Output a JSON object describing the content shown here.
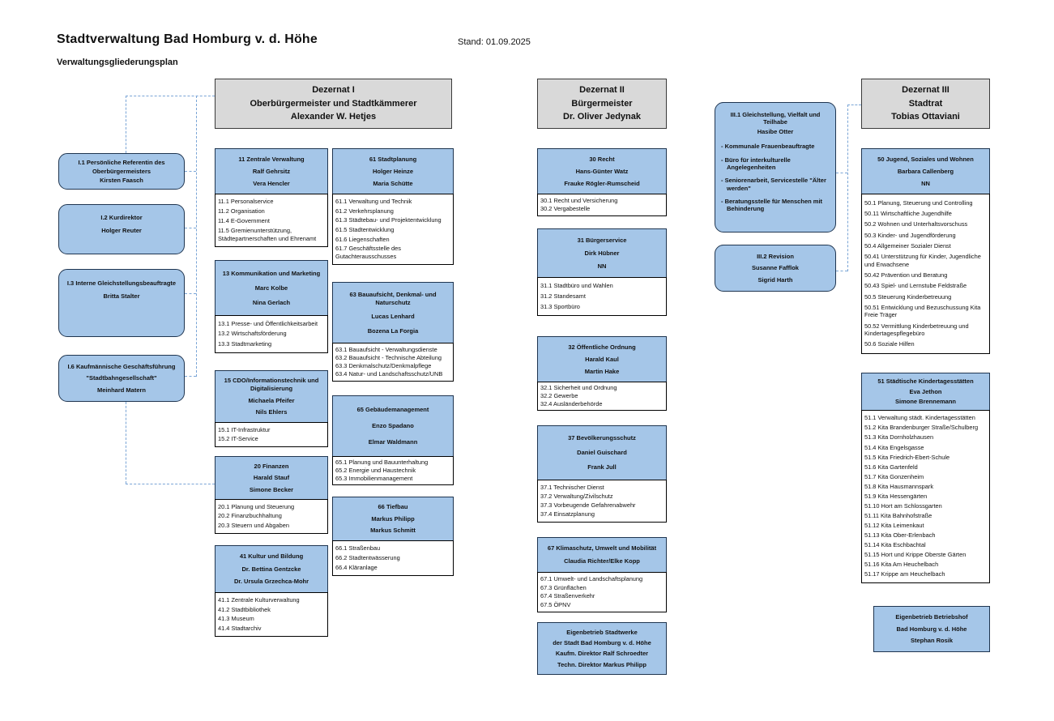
{
  "header": {
    "title": "Stadtverwaltung Bad Homburg v. d. Höhe",
    "stand": "Stand: 01.09.2025",
    "subtitle": "Verwaltungsgliederungsplan"
  },
  "colors": {
    "box_fill": "#a5c6e8",
    "box_border": "#1f3550",
    "dezernat_fill": "#d9d9d9",
    "connector": "#7aa5d6"
  },
  "dezernate": {
    "dez1": {
      "lines": [
        "Dezernat I",
        "Oberbürgermeister und Stadtkämmerer",
        "Alexander W. Hetjes"
      ]
    },
    "dez2": {
      "lines": [
        "Dezernat II",
        "Bürgermeister",
        "Dr. Oliver Jedynak"
      ]
    },
    "dez3": {
      "lines": [
        "Dezernat III",
        "Stadtrat",
        "Tobias Ottaviani"
      ]
    }
  },
  "staff": {
    "s1": {
      "lines": [
        "I.1 Persönliche Referentin des",
        "Oberbürgermeisters",
        "Kirsten Faasch"
      ]
    },
    "s2": {
      "lines": [
        "I.2 Kurdirektor",
        "Holger Reuter"
      ]
    },
    "s3": {
      "lines": [
        "I.3 Interne Gleichstellungsbeauftragte",
        "Britta Stalter"
      ]
    },
    "s4": {
      "lines": [
        "I.6 Kaufmännische Geschäftsführung",
        "\"Stadtbahngesellschaft\"",
        "Meinhard Matern"
      ]
    }
  },
  "special": {
    "iii1": {
      "head": [
        "III.1 Gleichstellung, Vielfalt und Teilhabe",
        "Hasibe Otter"
      ],
      "bullets": [
        "- Kommunale Frauenbeauftragte",
        "- Büro für interkulturelle Angelegenheiten",
        "- Seniorenarbeit, Servicestelle \"Älter werden\"",
        "- Beratungsstelle für Menschen mit Behinderung"
      ]
    },
    "iii2": {
      "lines": [
        "III.2 Revision",
        "Susanne Fafflok",
        "Sigrid Harth"
      ]
    },
    "stadtwerke": {
      "lines": [
        "Eigenbetrieb Stadtwerke",
        "der Stadt Bad Homburg v. d. Höhe",
        "Kaufm. Direktor Ralf Schroedter",
        "Techn. Direktor Markus Philipp"
      ]
    },
    "betriebshof": {
      "lines": [
        "Eigenbetrieb  Betriebshof",
        "Bad Homburg v.  d. Höhe",
        "Stephan Rosik"
      ]
    }
  },
  "units": {
    "u11": {
      "head": [
        "11 Zentrale Verwaltung",
        "Ralf Gehrsitz",
        "Vera Hencler"
      ],
      "items": [
        "11.1 Personalservice",
        "11.2 Organisation",
        "11.4 E-Government",
        "11.5 Gremienunterstützung, Städtepartnerschaften und Ehrenamt"
      ]
    },
    "u13": {
      "head": [
        "13  Kommunikation und Marketing",
        "Marc Kolbe",
        "Nina Gerlach"
      ],
      "items": [
        "13.1 Presse- und Öffentlichkeitsarbeit",
        "13.2 Wirtschaftsförderung",
        "13.3 Stadtmarketing"
      ]
    },
    "u15": {
      "head": [
        "15 CDO/Informationstechnik und Digitalisierung",
        "Michaela Pfeifer",
        "Nils Ehlers"
      ],
      "items": [
        "15.1 IT-Infrastruktur",
        "15.2 IT-Service"
      ]
    },
    "u20": {
      "head": [
        "20 Finanzen",
        "Harald Stauf",
        "Simone Becker"
      ],
      "items": [
        "20.1 Planung und Steuerung",
        "20.2 Finanzbuchhaltung",
        "20.3 Steuern und Abgaben"
      ]
    },
    "u41": {
      "head": [
        "41 Kultur und Bildung",
        "Dr. Bettina Gentzcke",
        "Dr. Ursula Grzechca-Mohr"
      ],
      "items": [
        "41.1 Zentrale Kulturverwaltung",
        "41.2 Stadtbibliothek",
        "41.3 Museum",
        "41.4 Stadtarchiv"
      ]
    },
    "u61": {
      "head": [
        "61 Stadtplanung",
        "Holger Heinze",
        "Maria Schütte"
      ],
      "items": [
        "61.1 Verwaltung und Technik",
        "61.2 Verkehrsplanung",
        "61.3 Städtebau- und Projektentwicklung",
        "61.5 Stadtentwicklung",
        "61.6 Liegenschaften",
        "61.7 Geschäftsstelle des Gutachterausschusses"
      ]
    },
    "u63": {
      "head": [
        "63 Bauaufsicht, Denkmal- und Naturschutz",
        "Lucas Lenhard",
        "Bozena La Forgia"
      ],
      "items": [
        "63.1 Bauaufsicht - Verwaltungsdienste",
        "63.2 Bauaufsicht - Technische Abteilung",
        "63.3 Denkmalschutz/Denkmalpflege",
        "63.4 Natur- und Landschaftsschutz/UNB"
      ]
    },
    "u65": {
      "head": [
        "65 Gebäudemanagement",
        "Enzo Spadano",
        "Elmar Waldmann"
      ],
      "items": [
        "65.1 Planung und Bauunterhaltung",
        "65.2 Energie und Haustechnik",
        "65.3 Immobilienmanagement"
      ]
    },
    "u66": {
      "head": [
        "66 Tiefbau",
        "Markus Philipp",
        "Markus Schmitt"
      ],
      "items": [
        "66.1 Straßenbau",
        "66.2 Stadtentwässerung",
        "66.4 Kläranlage"
      ]
    },
    "u30": {
      "head": [
        "30 Recht",
        "Hans-Günter Watz",
        "Frauke Rögler-Rumscheid"
      ],
      "items": [
        "30.1 Recht und Versicherung",
        "30.2 Vergabestelle"
      ]
    },
    "u31": {
      "head": [
        "31 Bürgerservice",
        "Dirk Hübner",
        "NN"
      ],
      "items": [
        "31.1 Stadtbüro und Wahlen",
        "31.2 Standesamt",
        "31.3 Sportbüro"
      ]
    },
    "u32": {
      "head": [
        "32 Öffentliche Ordnung",
        "Harald Kaul",
        "Martin Hake"
      ],
      "items": [
        "32.1 Sicherheit und Ordnung",
        "32.2 Gewerbe",
        "32.4 Ausländerbehörde"
      ]
    },
    "u37": {
      "head": [
        "37 Bevölkerungsschutz",
        "Daniel Guischard",
        "Frank Jull"
      ],
      "items": [
        "37.1 Technischer Dienst",
        "37.2 Verwaltung/Zivilschutz",
        "37.3 Vorbeugende Gefahrenabwehr",
        "37.4 Einsatzplanung"
      ]
    },
    "u67": {
      "head": [
        "67 Klimaschutz, Umwelt und Mobilität",
        "Claudia Richter/Elke Kopp"
      ],
      "items": [
        "67.1 Umwelt- und Landschaftsplanung",
        "67.3 Grünflächen",
        "67.4 Straßenverkehr",
        "67.5 ÖPNV"
      ]
    },
    "u50": {
      "head": [
        "50 Jugend, Soziales und Wohnen",
        "Barbara Callenberg",
        "NN"
      ],
      "items": [
        "50.1 Planung, Steuerung und Controlling",
        "50.11 Wirtschaftliche Jugendhilfe",
        "50.2 Wohnen und Unterhaltsvorschuss",
        "50.3 Kinder- und Jugendförderung",
        "50.4 Allgemeiner Sozialer Dienst",
        "50.41 Unterstützung für Kinder, Jugendliche und Erwachsene",
        "50.42 Prävention und Beratung",
        "50.43 Spiel- und Lernstube Feldstraße",
        "50.5 Steuerung Kinderbetreuung",
        "50.51 Entwicklung und Bezuschussung Kita Freie Träger",
        "50.52 Vermittlung Kinderbetreuung und Kindertagespflegebüro",
        "50.6 Soziale Hilfen"
      ]
    },
    "u51": {
      "head": [
        "51 Städtische Kindertagesstätten",
        "Eva Jethon",
        "Simone Brennemann"
      ],
      "items": [
        "51.1 Verwaltung städt. Kindertagesstätten",
        "51.2 Kita Brandenburger Straße/Schulberg",
        "51.3 Kita Dornholzhausen",
        "51.4 Kita Engelsgasse",
        "51.5 Kita Friedrich-Ebert-Schule",
        "51.6 Kita Gartenfeld",
        "51.7 Kita Gonzenheim",
        "51.8 Kita Hausmannspark",
        "51.9 Kita Hessengärten",
        "51.10 Hort am Schlossgarten",
        "51.11 Kita Bahnhofstraße",
        "51.12 Kita Leimenkaut",
        "51.13 Kita Ober-Erlenbach",
        "51.14 Kita Eschbachtal",
        "51.15 Hort und Krippe Oberste Gärten",
        "51.16 Kita Am Heuchelbach",
        "51.17 Krippe am Heuchelbach"
      ]
    }
  }
}
